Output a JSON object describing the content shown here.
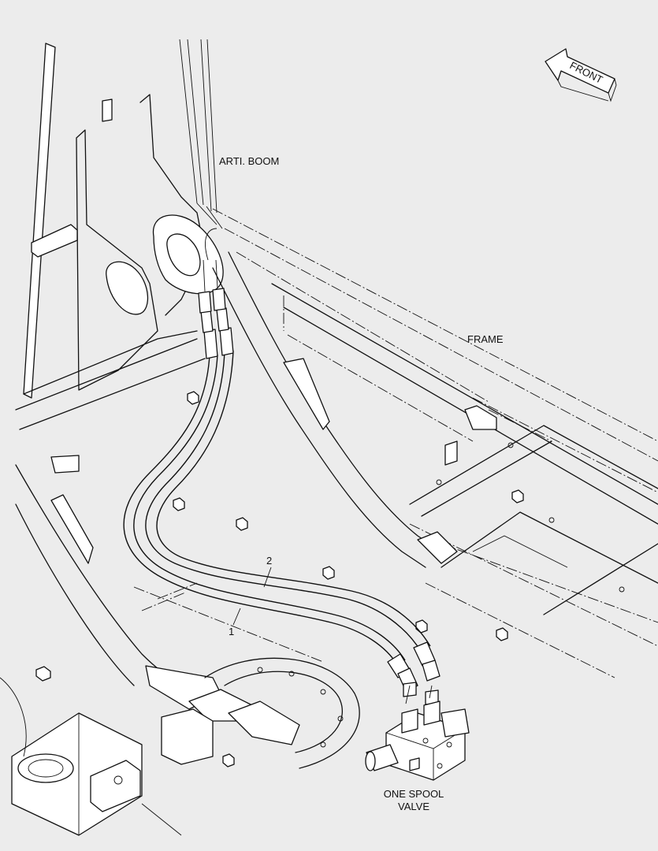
{
  "labels": {
    "arti_boom": "ARTI. BOOM",
    "frame": "FRAME",
    "front": "FRONT",
    "valve_line1": "ONE SPOOL",
    "valve_line2": "VALVE"
  },
  "callouts": {
    "hose_1": "1",
    "hose_2": "2"
  }
}
